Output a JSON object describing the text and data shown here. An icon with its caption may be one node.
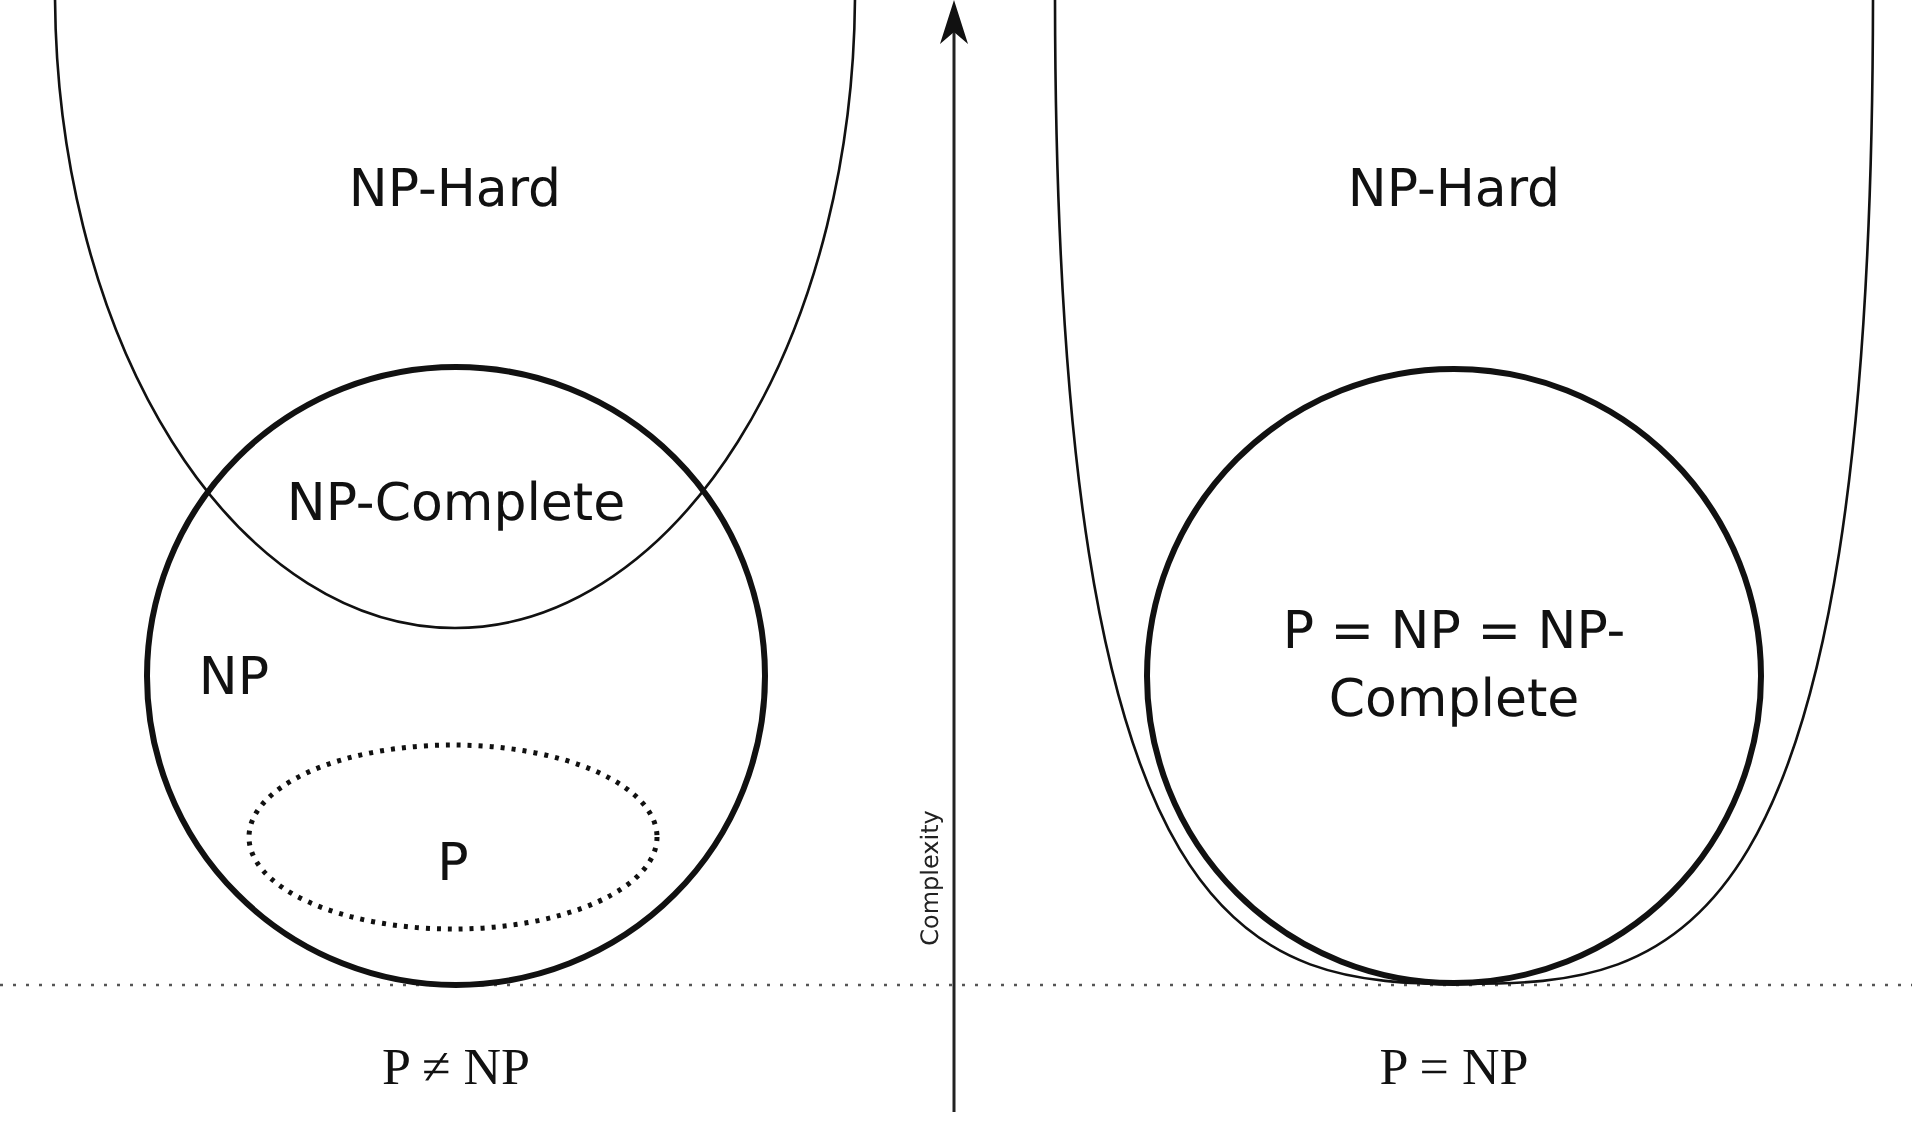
{
  "diagram": {
    "nodes": [
      {
        "text": [
          "NP-Hard"
        ]
      },
      {
        "text": [
          "NP"
        ]
      },
      {
        "text": [
          "P"
        ],
        "in": 1
      },
      {
        "text": [
          "NP-Hard"
        ]
      },
      {
        "text": [
          "P = NP = NP-Complete"
        ],
        "in": 3
      }
    ],
    "edges": [],
    "labels": [
      "NP-Complete",
      "Complexity",
      "P ≠ NP",
      "P = NP"
    ]
  }
}
